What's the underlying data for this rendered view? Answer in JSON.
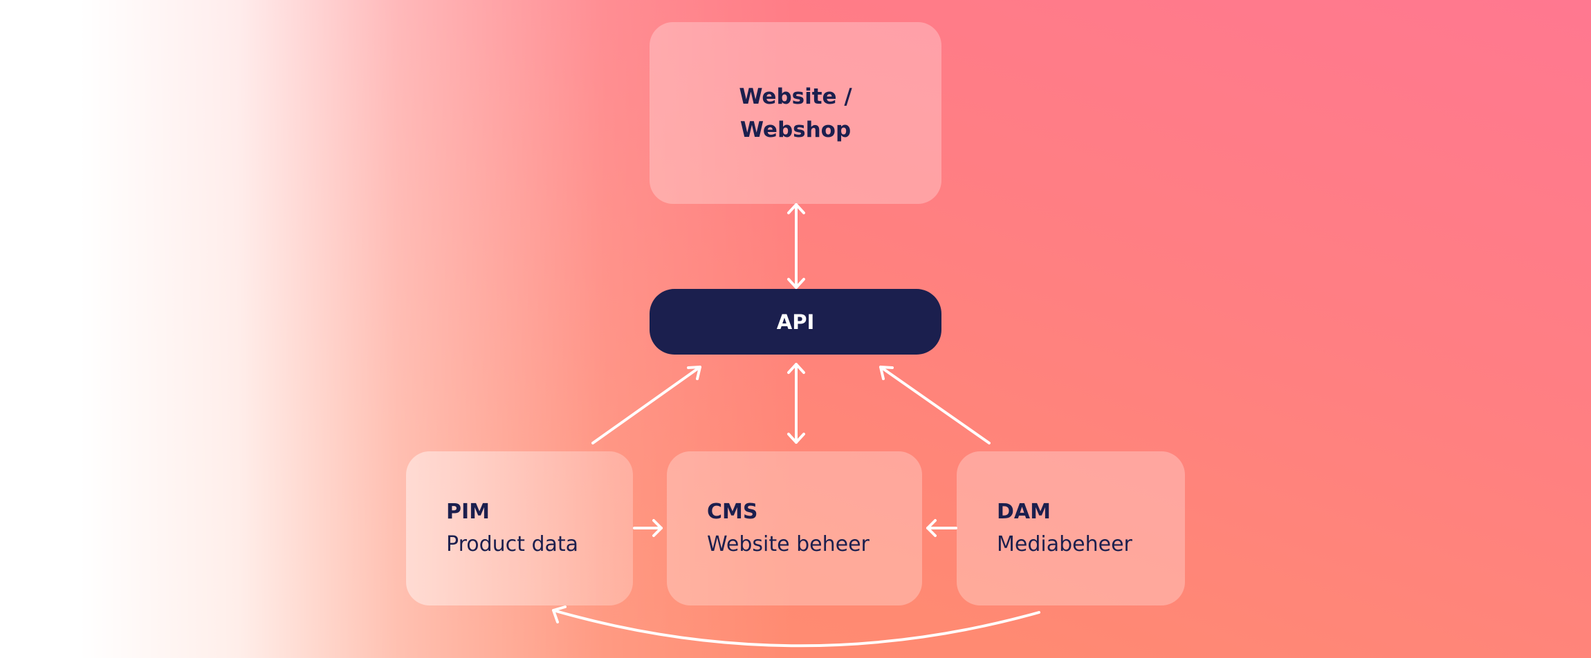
{
  "website": {
    "line1": "Website /",
    "line2": "Webshop"
  },
  "api": {
    "label": "API"
  },
  "nodes": [
    {
      "title": "PIM",
      "subtitle": "Product data"
    },
    {
      "title": "CMS",
      "subtitle": "Website beheer"
    },
    {
      "title": "DAM",
      "subtitle": "Mediabeheer"
    }
  ],
  "colors": {
    "navy": "#1b1f4e",
    "pink": "#ff7890",
    "coral": "#ff8a72",
    "arrow": "#ffffff"
  }
}
